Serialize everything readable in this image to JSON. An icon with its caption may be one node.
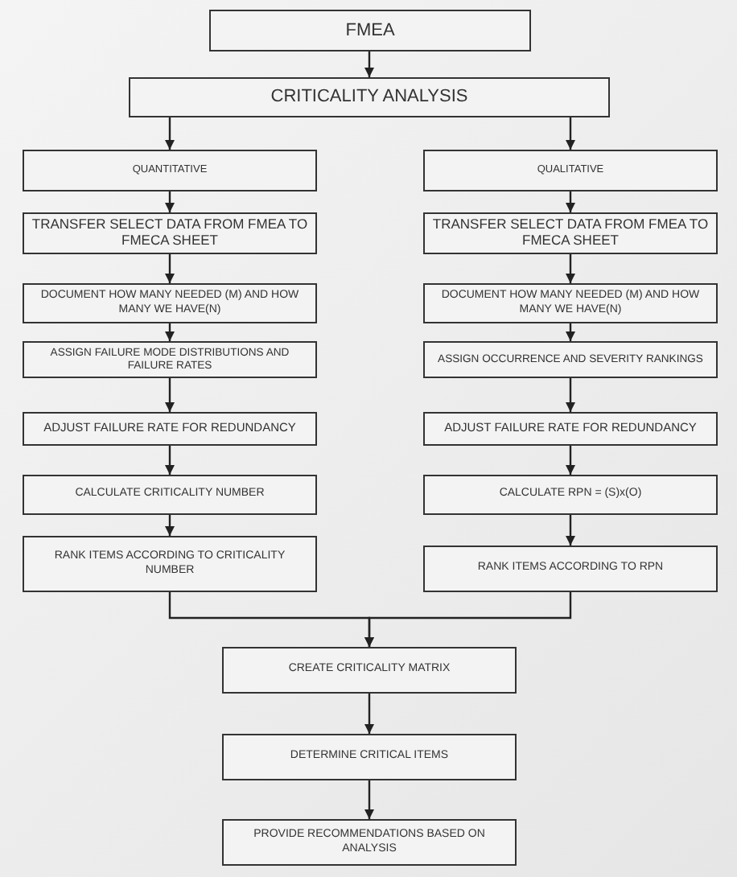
{
  "diagram": {
    "nodes": [
      {
        "text": [
          "FMEA"
        ]
      },
      {
        "text": [
          "CRITICALITY ANALYSIS"
        ]
      },
      {
        "text": [
          "QUANTITATIVE"
        ]
      },
      {
        "text": [
          "QUALITATIVE"
        ]
      },
      {
        "text": [
          "TRANSFER SELECT DATA FROM FMEA TO FMECA SHEET"
        ]
      },
      {
        "text": [
          "DOCUMENT HOW MANY NEEDED (M) AND HOW MANY WE HAVE(N)"
        ]
      },
      {
        "text": [
          "ASSIGN FAILURE MODE DISTRIBUTIONS AND FAILURE RATES"
        ]
      },
      {
        "text": [
          "ADJUST FAILURE RATE FOR REDUNDANCY"
        ]
      },
      {
        "text": [
          "CALCULATE CRITICALITY NUMBER"
        ]
      },
      {
        "text": [
          "RANK ITEMS ACCORDING TO CRITICALITY NUMBER"
        ]
      },
      {
        "text": [
          "TRANSFER SELECT DATA FROM FMEA TO FMECA SHEET"
        ]
      },
      {
        "text": [
          "DOCUMENT HOW MANY NEEDED (M) AND HOW MANY WE HAVE(N)"
        ]
      },
      {
        "text": [
          "ASSIGN OCCURRENCE AND SEVERITY RANKINGS"
        ]
      },
      {
        "text": [
          "ADJUST FAILURE RATE FOR REDUNDANCY"
        ]
      },
      {
        "text": [
          "CALCULATE RPN = (S)x(O)"
        ]
      },
      {
        "text": [
          "RANK ITEMS ACCORDING TO RPN"
        ]
      },
      {
        "text": [
          "CREATE CRITICALITY MATRIX"
        ]
      },
      {
        "text": [
          "DETERMINE CRITICAL ITEMS"
        ]
      },
      {
        "text": [
          "PROVIDE RECOMMENDATIONS BASED ON ANALYSIS"
        ]
      }
    ],
    "edges": [
      {
        "from": 0,
        "to": 1,
        "arrow": "to"
      },
      {
        "from": 1,
        "to": 2,
        "arrow": "to"
      },
      {
        "from": 1,
        "to": 3,
        "arrow": "to"
      },
      {
        "from": 2,
        "to": 4,
        "arrow": "to"
      },
      {
        "from": 4,
        "to": 5,
        "arrow": "to"
      },
      {
        "from": 5,
        "to": 6,
        "arrow": "to"
      },
      {
        "from": 6,
        "to": 7,
        "arrow": "to"
      },
      {
        "from": 7,
        "to": 8,
        "arrow": "to"
      },
      {
        "from": 8,
        "to": 9,
        "arrow": "to"
      },
      {
        "from": 3,
        "to": 10,
        "arrow": "to"
      },
      {
        "from": 10,
        "to": 11,
        "arrow": "to"
      },
      {
        "from": 11,
        "to": 12,
        "arrow": "to"
      },
      {
        "from": 12,
        "to": 13,
        "arrow": "to"
      },
      {
        "from": 13,
        "to": 14,
        "arrow": "to"
      },
      {
        "from": 14,
        "to": 15,
        "arrow": "to"
      },
      {
        "from": 9,
        "to": 16,
        "arrow": "to"
      },
      {
        "from": 15,
        "to": 16,
        "arrow": "to"
      },
      {
        "from": 16,
        "to": 17,
        "arrow": "to"
      },
      {
        "from": 17,
        "to": 18,
        "arrow": "to"
      }
    ]
  }
}
